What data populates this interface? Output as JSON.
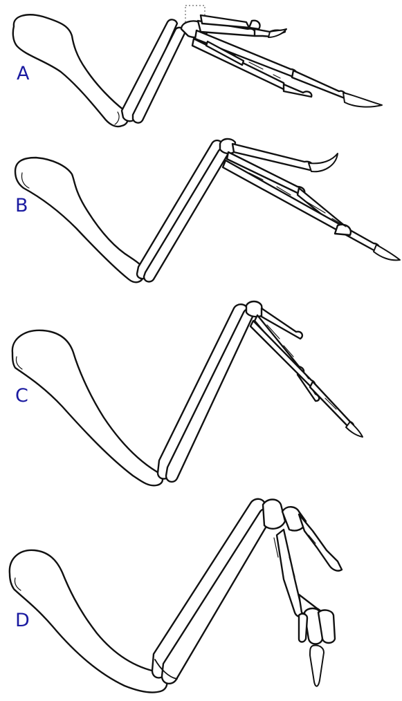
{
  "labels": {
    "a": "A",
    "b": "B",
    "c": "C",
    "d": "D"
  },
  "colors": {
    "label": "#1a1aa0",
    "outline": "#111111",
    "background": "#ffffff"
  }
}
